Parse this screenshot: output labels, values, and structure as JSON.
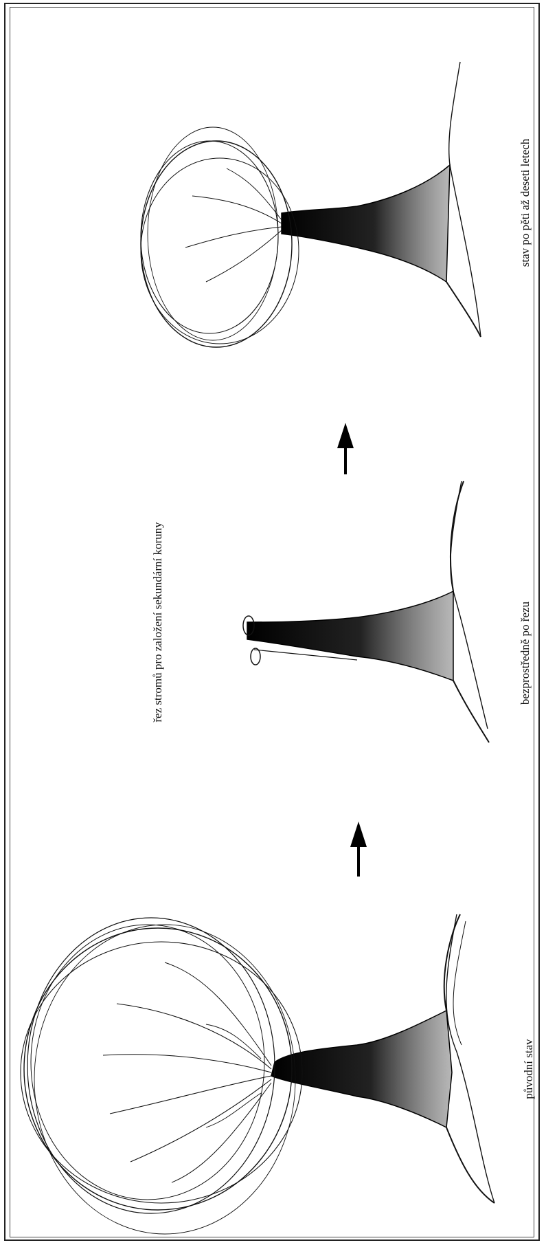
{
  "diagram": {
    "title": "řez stromů pro založení sekundární koruny",
    "stages": [
      {
        "id": "stage-1",
        "label": "původní stav"
      },
      {
        "id": "stage-2",
        "label": "bezprostředně po řezu"
      },
      {
        "id": "stage-3",
        "label": "stav po pěti až deseti letech"
      }
    ],
    "colors": {
      "ink": "#111111",
      "paper": "#ffffff"
    }
  }
}
